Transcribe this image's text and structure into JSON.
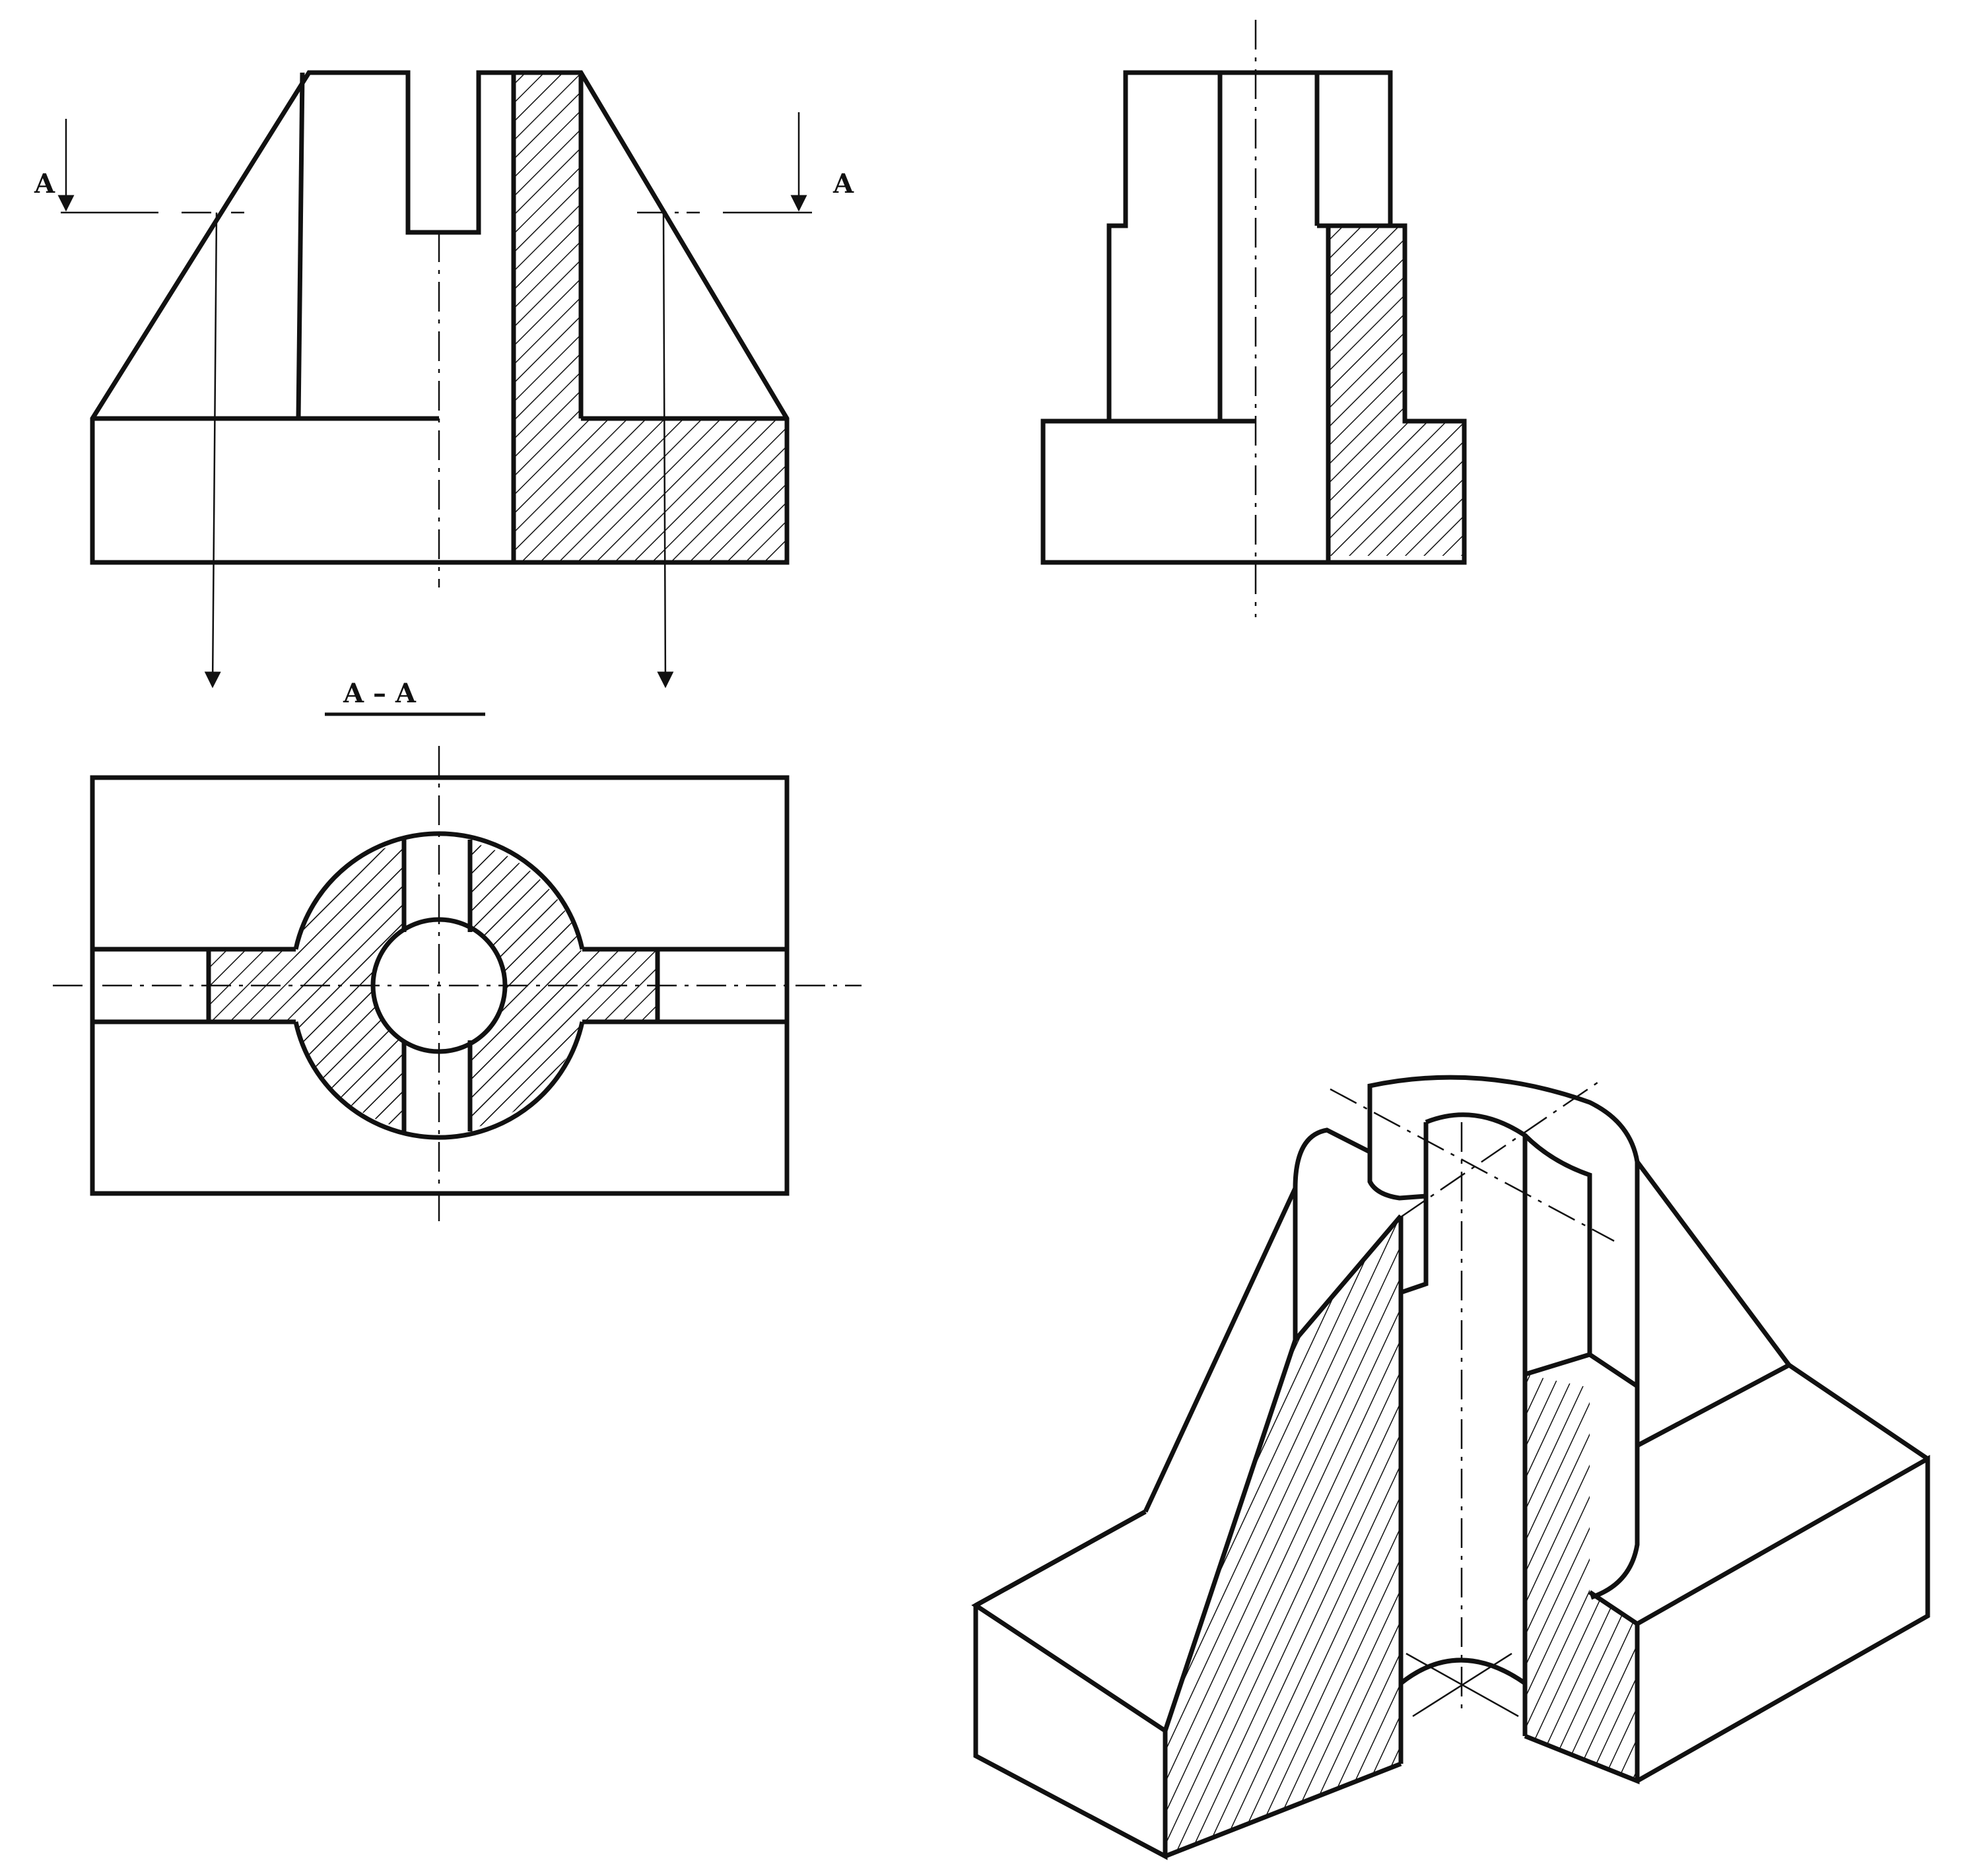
{
  "section": {
    "cut_letter_left": "A",
    "cut_letter_right": "A",
    "title": "A – A"
  },
  "colors": {
    "line": "#111111",
    "hatch": "#111111",
    "background": "#ffffff"
  }
}
